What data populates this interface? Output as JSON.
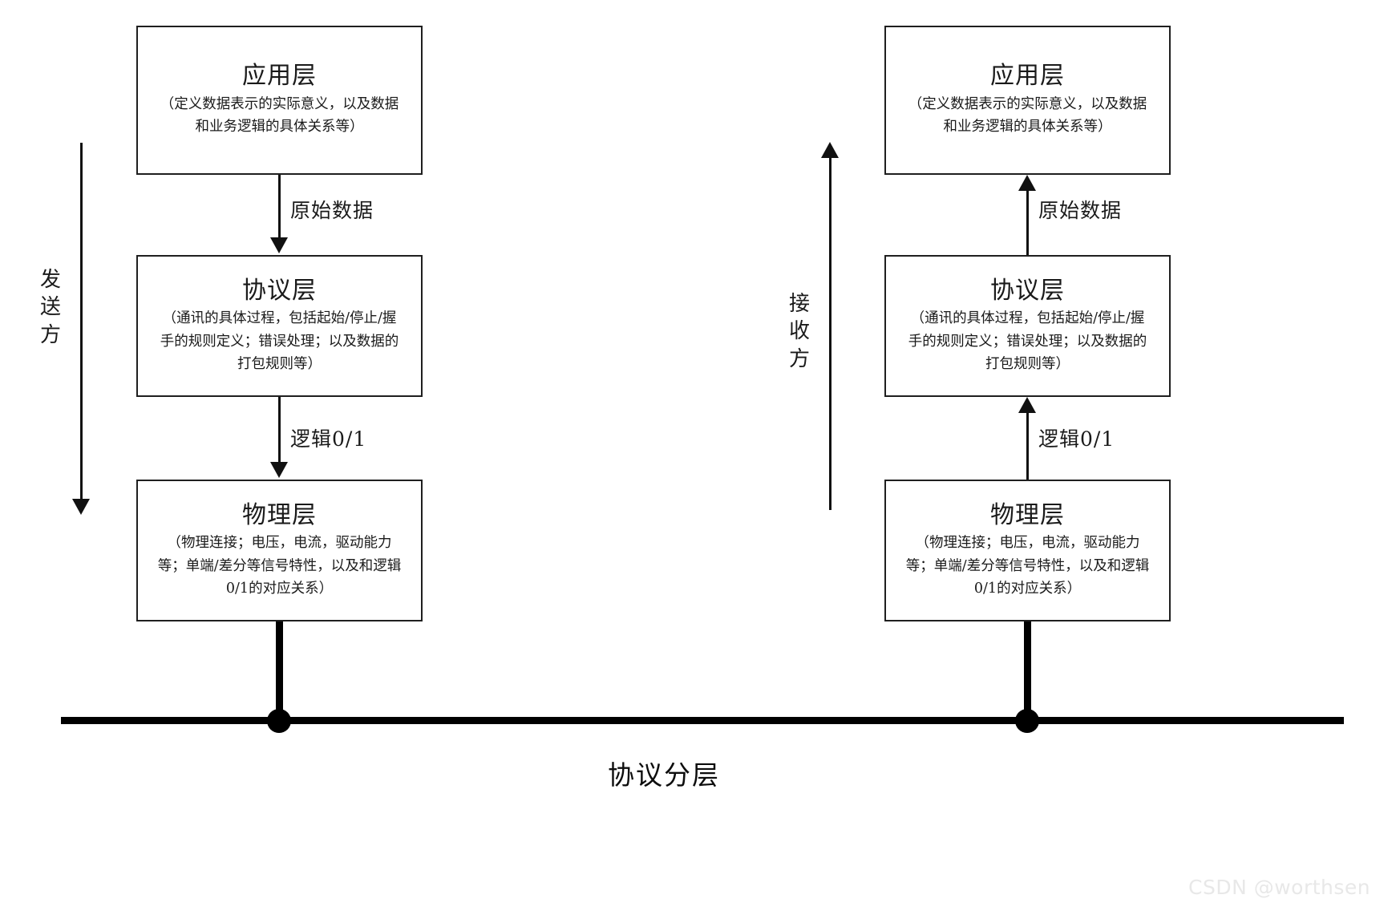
{
  "diagram": {
    "caption": "协议分层",
    "watermark": "CSDN @worthsen",
    "stroke_color": "#1f1f1f",
    "background": "#ffffff"
  },
  "sender": {
    "direction_label": "发送方",
    "direction": "down",
    "layers": [
      {
        "title": "应用层",
        "desc_lines": [
          "（定义数据表示的实际意义，以及数据",
          "和业务逻辑的具体关系等）"
        ]
      },
      {
        "title": "协议层",
        "desc_lines": [
          "（通讯的具体过程，包括起始/停止/握",
          "手的规则定义；错误处理；以及数据的",
          "打包规则等）"
        ]
      },
      {
        "title": "物理层",
        "desc_lines": [
          "（物理连接；电压，电流，驱动能力",
          "等；单端/差分等信号特性，以及和逻辑",
          "0/1的对应关系）"
        ]
      }
    ],
    "flows": [
      {
        "label": "原始数据",
        "from": "应用层",
        "to": "协议层"
      },
      {
        "label": "逻辑0/1",
        "from": "协议层",
        "to": "物理层"
      }
    ]
  },
  "receiver": {
    "direction_label": "接收方",
    "direction": "up",
    "layers": [
      {
        "title": "应用层",
        "desc_lines": [
          "（定义数据表示的实际意义，以及数据",
          "和业务逻辑的具体关系等）"
        ]
      },
      {
        "title": "协议层",
        "desc_lines": [
          "（通讯的具体过程，包括起始/停止/握",
          "手的规则定义；错误处理；以及数据的",
          "打包规则等）"
        ]
      },
      {
        "title": "物理层",
        "desc_lines": [
          "（物理连接；电压，电流，驱动能力",
          "等；单端/差分等信号特性，以及和逻辑",
          "0/1的对应关系）"
        ]
      }
    ],
    "flows": [
      {
        "label": "原始数据",
        "from": "协议层",
        "to": "应用层"
      },
      {
        "label": "逻辑0/1",
        "from": "物理层",
        "to": "协议层"
      }
    ]
  }
}
